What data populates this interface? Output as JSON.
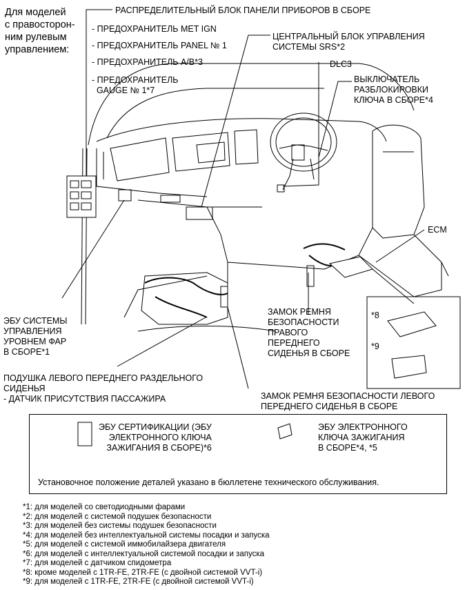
{
  "labels": {
    "rhd_note": "Для моделей\nс правосторон-\nним рулевым\nуправлением:",
    "junction_block": "РАСПРЕДЕЛИТЕЛЬНЫЙ БЛОК ПАНЕЛИ ПРИБОРОВ В СБОРЕ",
    "fuse_met_ign": "- ПРЕДОХРАНИТЕЛЬ MET IGN",
    "fuse_panel": "- ПРЕДОХРАНИТЕЛЬ PANEL № 1",
    "fuse_ab": "- ПРЕДОХРАНИТЕЛЬ A/B*3",
    "fuse_gauge": "- ПРЕДОХРАНИТЕЛЬ\n  GAUGE № 1*7",
    "srs_unit": "ЦЕНТРАЛЬНЫЙ БЛОК УПРАВЛЕНИЯ\nСИСТЕМЫ SRS*2",
    "dlc3": "DLC3",
    "key_unlock": "ВЫКЛЮЧАТЕЛЬ\nРАЗБЛОКИРОВКИ\nКЛЮЧА В СБОРЕ*4",
    "ecm": "ECM",
    "headlamp_ecu": "ЭБУ СИСТЕМЫ\nУПРАВЛЕНИЯ\nУРОВНЕМ ФАР\nВ СБОРЕ*1",
    "right_buckle": "ЗАМОК РЕМНЯ\nБЕЗОПАСНОСТИ\nПРАВОГО\nПЕРЕДНЕГО\nСИДЕНЬЯ В СБОРЕ",
    "variant_8": "*8",
    "variant_9": "*9",
    "seat_cushion": "ПОДУШКА ЛЕВОГО ПЕРЕДНЕГО РАЗДЕЛЬНОГО\nСИДЕНЬЯ\n- ДАТЧИК ПРИСУТСТВИЯ ПАССАЖИРА",
    "left_buckle": "ЗАМОК РЕМНЯ БЕЗОПАСНОСТИ ЛЕВОГО\nПЕРЕДНЕГО СИДЕНЬЯ В СБОРЕ"
  },
  "box": {
    "cert_ecu": "ЭБУ СЕРТИФИКАЦИИ (ЭБУ\nЭЛЕКТРОННОГО КЛЮЧА\nЗАЖИГАНИЯ В СБОРЕ)*6",
    "ign_key_ecu": "ЭБУ ЭЛЕКТРОННОГО\nКЛЮЧА ЗАЖИГАНИЯ\nВ СБОРЕ*4, *5",
    "note": "Установочное положение деталей указано в бюллетене технического обслуживания."
  },
  "footnotes": [
    "*1: для моделей со светодиодными фарами",
    "*2: для моделей с системой подушек безопасности",
    "*3: для моделей без системы подушек безопасности",
    "*4: для моделей без интеллектуальной системы посадки и запуска",
    "*5: для моделей с системой иммобилайзера двигателя",
    "*6: для моделей с интеллектуальной системой посадки и запуска",
    "*7: для моделей с датчиком спидометра",
    "*8: кроме моделей с 1TR-FE, 2TR-FE (с двойной системой VVT-i)",
    "*9: для моделей с 1TR-FE, 2TR-FE (с двойной системой VVT-i)"
  ]
}
